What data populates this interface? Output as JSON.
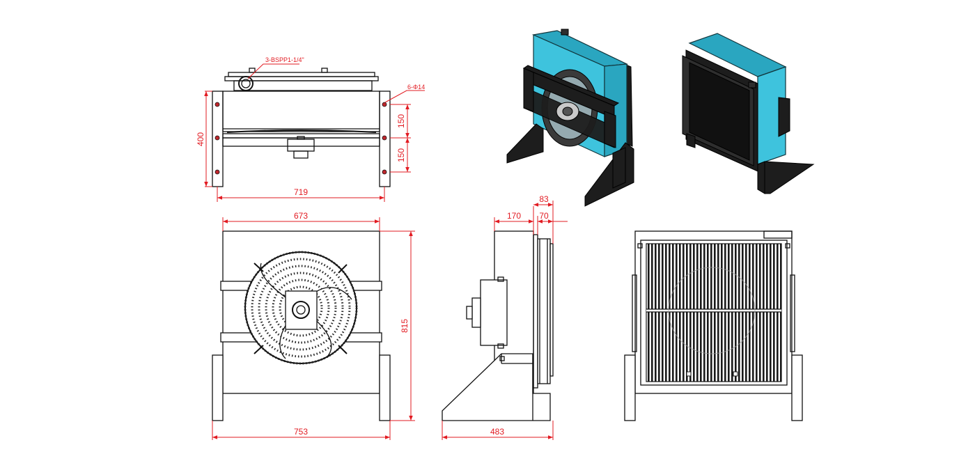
{
  "drawing": {
    "top_view": {
      "port_note": "3-BSPP1-1/4\"",
      "hole_note": "6-Φ14",
      "dim_height": "400",
      "dim_spacing_1": "150",
      "dim_spacing_2": "150",
      "dim_width": "719"
    },
    "front_view": {
      "dim_top_width": "673",
      "dim_height": "815",
      "dim_base_width": "753"
    },
    "side_view": {
      "dim_depth_1": "170",
      "dim_depth_2": "83",
      "dim_depth_3": "70",
      "dim_base_depth": "483"
    }
  },
  "colors": {
    "dimension": "#e21b22",
    "housing": "#3ec3dd",
    "frame": "#1d1d1d"
  }
}
